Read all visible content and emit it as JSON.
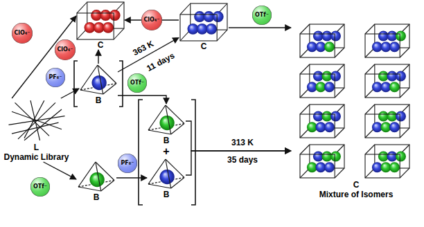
{
  "diagram": {
    "nodes": [
      {
        "text": [
          "C"
        ]
      },
      {
        "text": [
          "C"
        ]
      },
      {
        "text": [
          "L",
          "Dynamic Library"
        ]
      },
      {
        "text": [
          "B"
        ]
      },
      {
        "text": [
          "B"
        ]
      },
      {
        "text": [
          "B"
        ]
      },
      {
        "text": [
          "B"
        ]
      },
      {
        "text": [
          "C",
          "Mixture of Isomers"
        ]
      }
    ],
    "edges": [
      {
        "from": 2,
        "to": 0,
        "arrow": "to",
        "label": "ClO₄⁻"
      },
      {
        "from": 1,
        "to": 0,
        "arrow": "to",
        "label": "ClO₄⁻"
      },
      {
        "from": 1,
        "to": 7,
        "arrow": "to",
        "label": "OTf⁻"
      },
      {
        "from": 2,
        "to": 3,
        "arrow": "to",
        "label": "PF₆⁻"
      },
      {
        "from": 3,
        "to": 0,
        "arrow": "to",
        "label": "ClO₄⁻"
      },
      {
        "from": 3,
        "to": 1,
        "arrow": "to",
        "label": "363 K"
      },
      {
        "from": 3,
        "to": 4,
        "arrow": "to",
        "label": "OTf⁻"
      },
      {
        "from": 2,
        "to": 6,
        "arrow": "to",
        "label": "OTf⁻"
      },
      {
        "from": 6,
        "to": 5,
        "arrow": "to",
        "label": "PF₆⁻"
      },
      {
        "from": 4,
        "to": 7,
        "arrow": "to",
        "label": "313 K"
      },
      {
        "from": 5,
        "to": 7,
        "arrow": "to"
      }
    ],
    "labels": [
      "11 days",
      "+",
      "35 days"
    ]
  }
}
